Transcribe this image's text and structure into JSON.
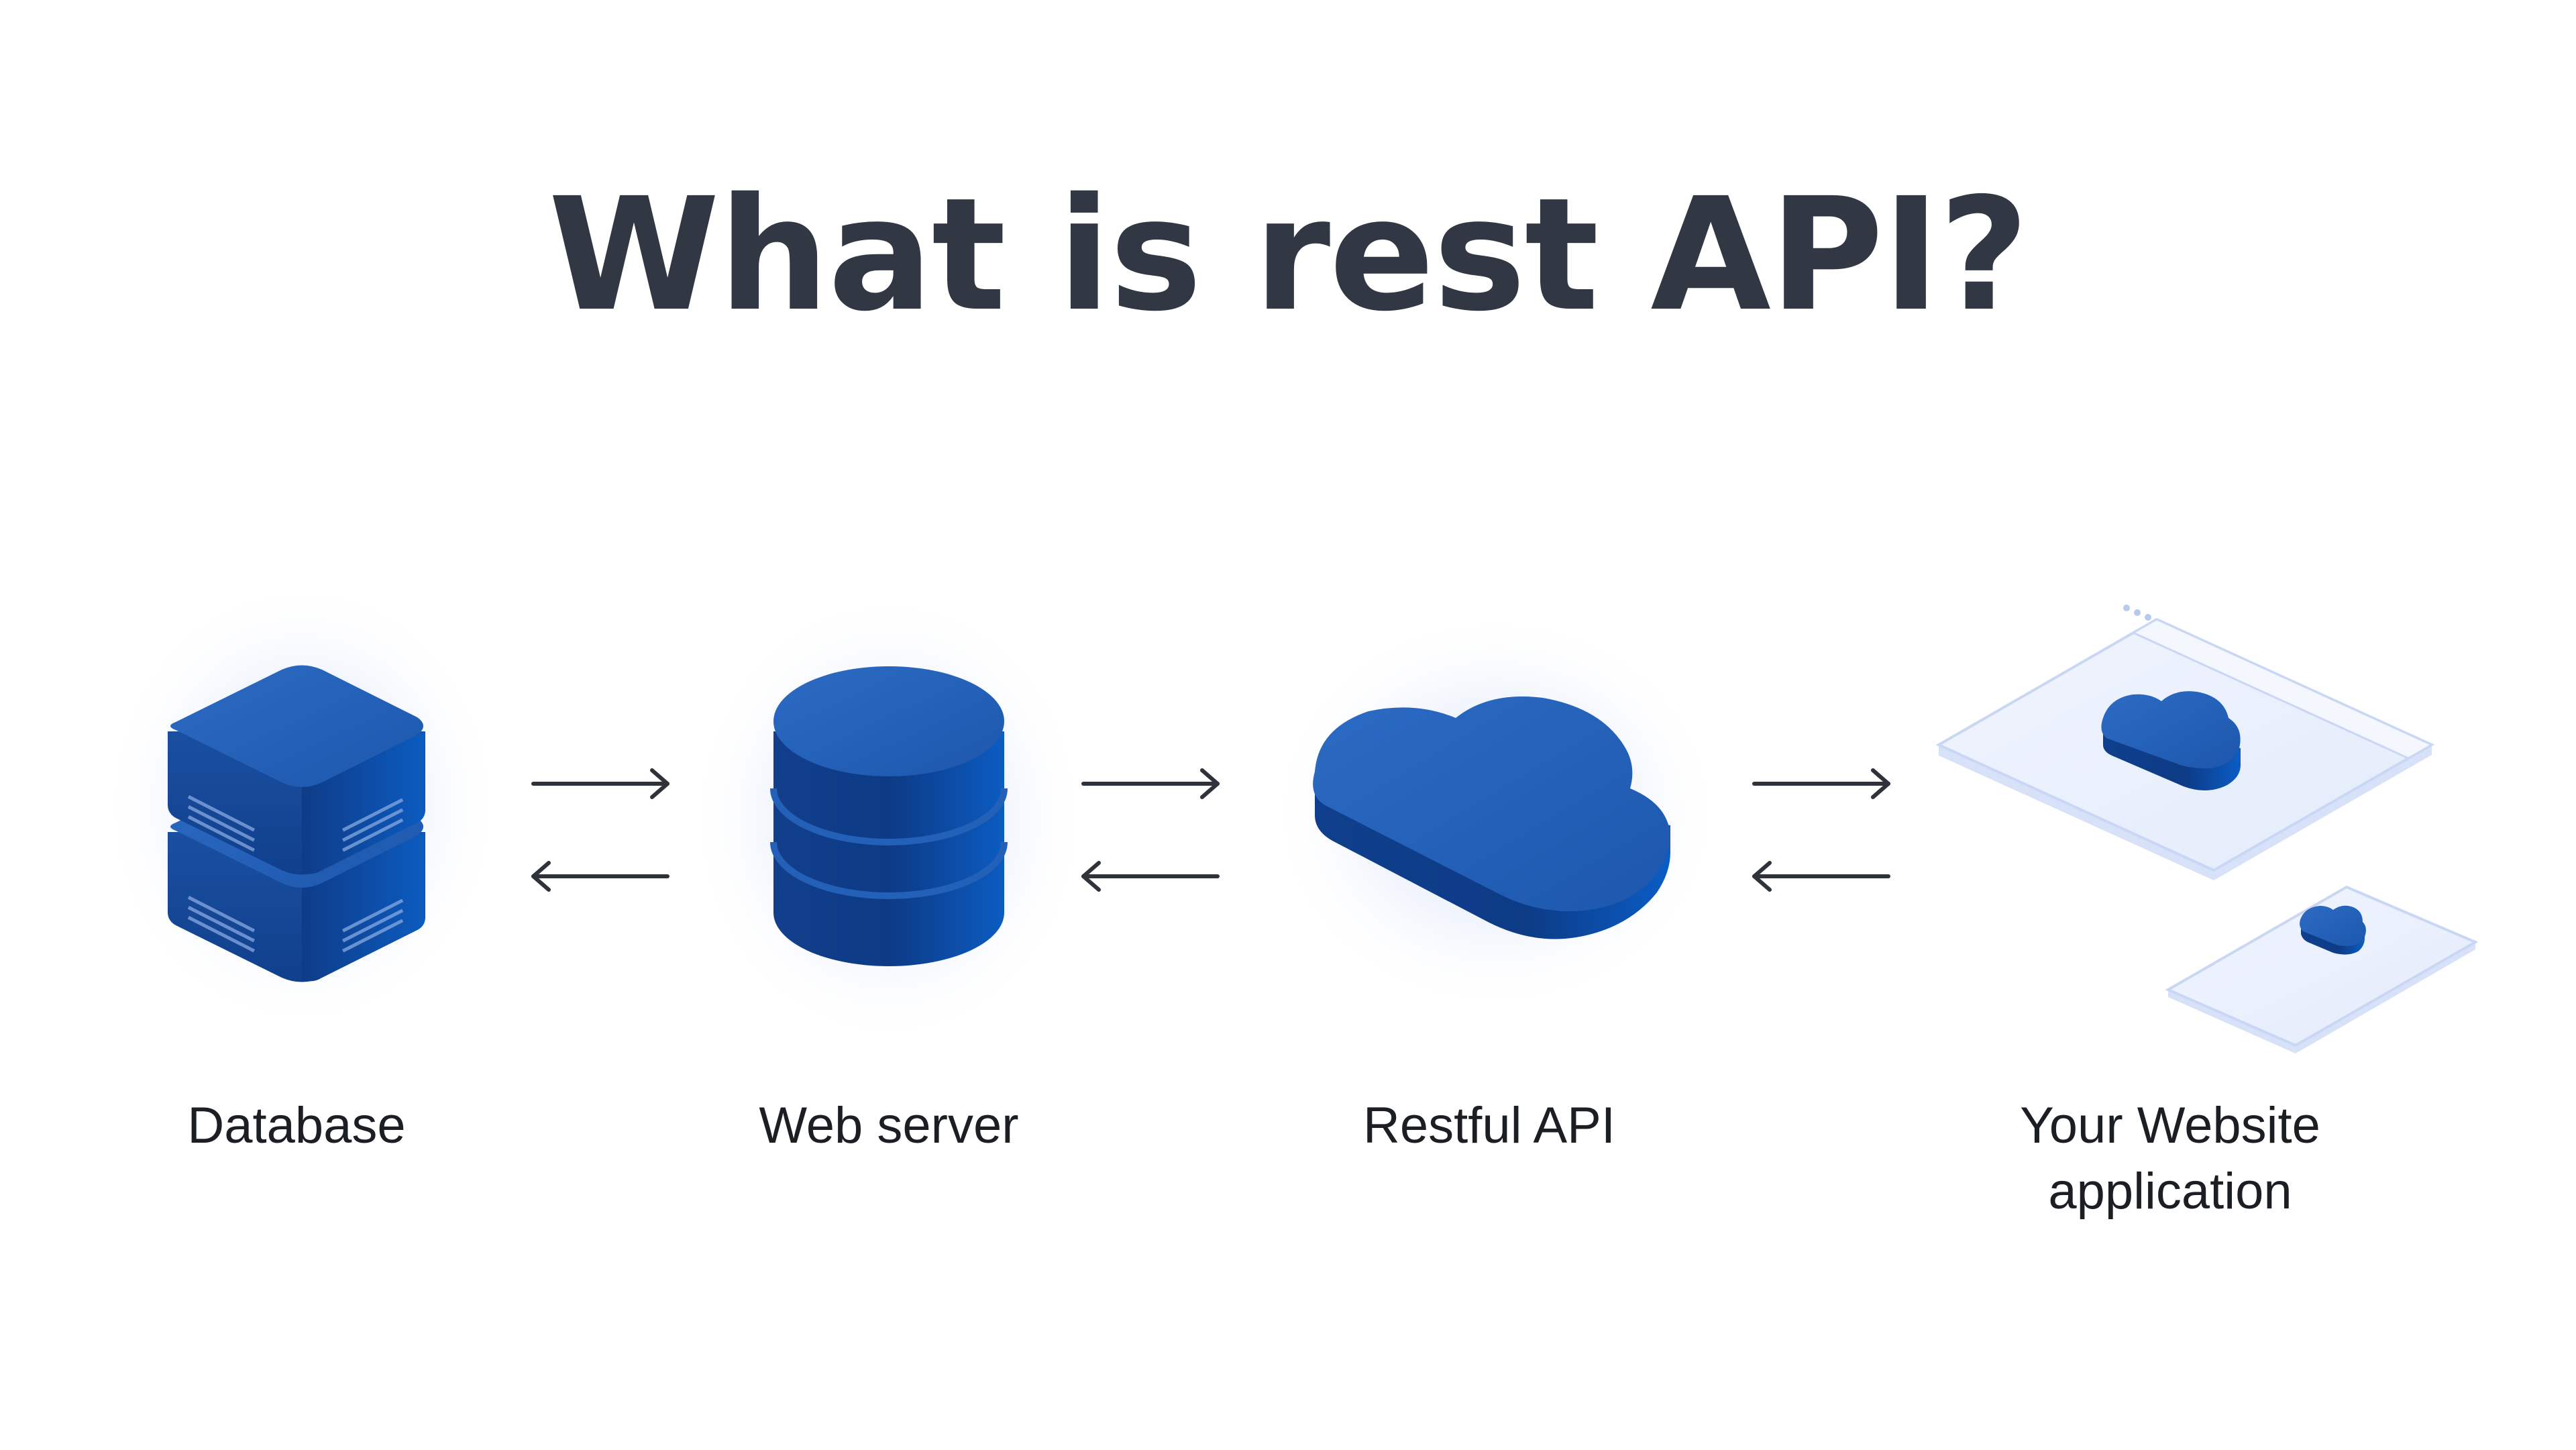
{
  "title": "What is rest API?",
  "colors": {
    "title": "#313843",
    "primary_blue": "#2460b8",
    "dark_blue": "#0f3f8f",
    "deep_blue": "#0a2f73",
    "light_panel": "#eaf0fc",
    "panel_border": "#c9d7f5",
    "arrow": "#2e333b"
  },
  "nodes": [
    {
      "id": "database",
      "label": "Database",
      "icon": "database-stack-icon"
    },
    {
      "id": "web_server",
      "label": "Web server",
      "icon": "server-cylinder-icon"
    },
    {
      "id": "restful_api",
      "label": "Restful API",
      "icon": "cloud-icon"
    },
    {
      "id": "website",
      "label_lines": [
        "Your Website",
        "application"
      ],
      "icon": "browser-and-phone-icon"
    }
  ],
  "connections": [
    {
      "from": "database",
      "to": "web_server",
      "direction": "bidirectional"
    },
    {
      "from": "web_server",
      "to": "restful_api",
      "direction": "bidirectional"
    },
    {
      "from": "restful_api",
      "to": "website",
      "direction": "bidirectional"
    }
  ]
}
